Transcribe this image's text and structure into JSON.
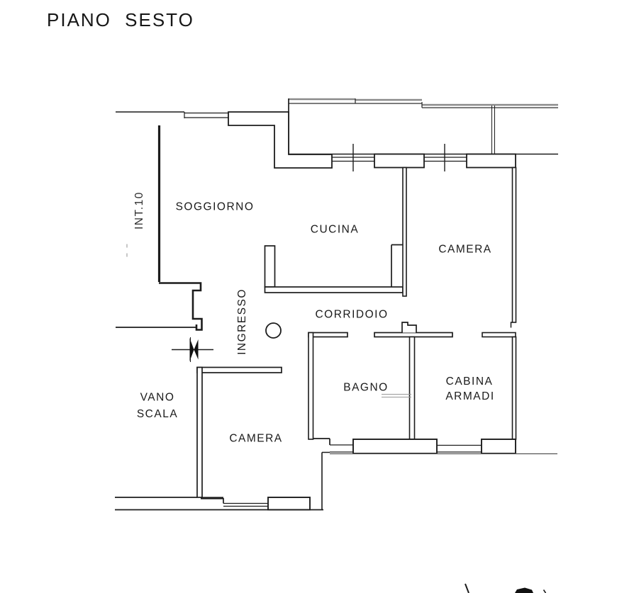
{
  "title": "PIANO SESTO",
  "unit_label": "INT.10",
  "rooms": {
    "soggiorno": "SOGGIORNO",
    "cucina": "CUCINA",
    "camera_nord": "CAMERA",
    "ingresso": "INGRESSO",
    "corridoio": "CORRIDOIO",
    "bagno": "BAGNO",
    "cabina_line1": "CABINA",
    "cabina_line2": "ARMADI",
    "vano_line1": "VANO",
    "vano_line2": "SCALA",
    "camera_sud": "CAMERA"
  },
  "colors": {
    "wall": "#1c1c1c",
    "terrace_line": "#8a8a8a",
    "background": "#ffffff"
  }
}
